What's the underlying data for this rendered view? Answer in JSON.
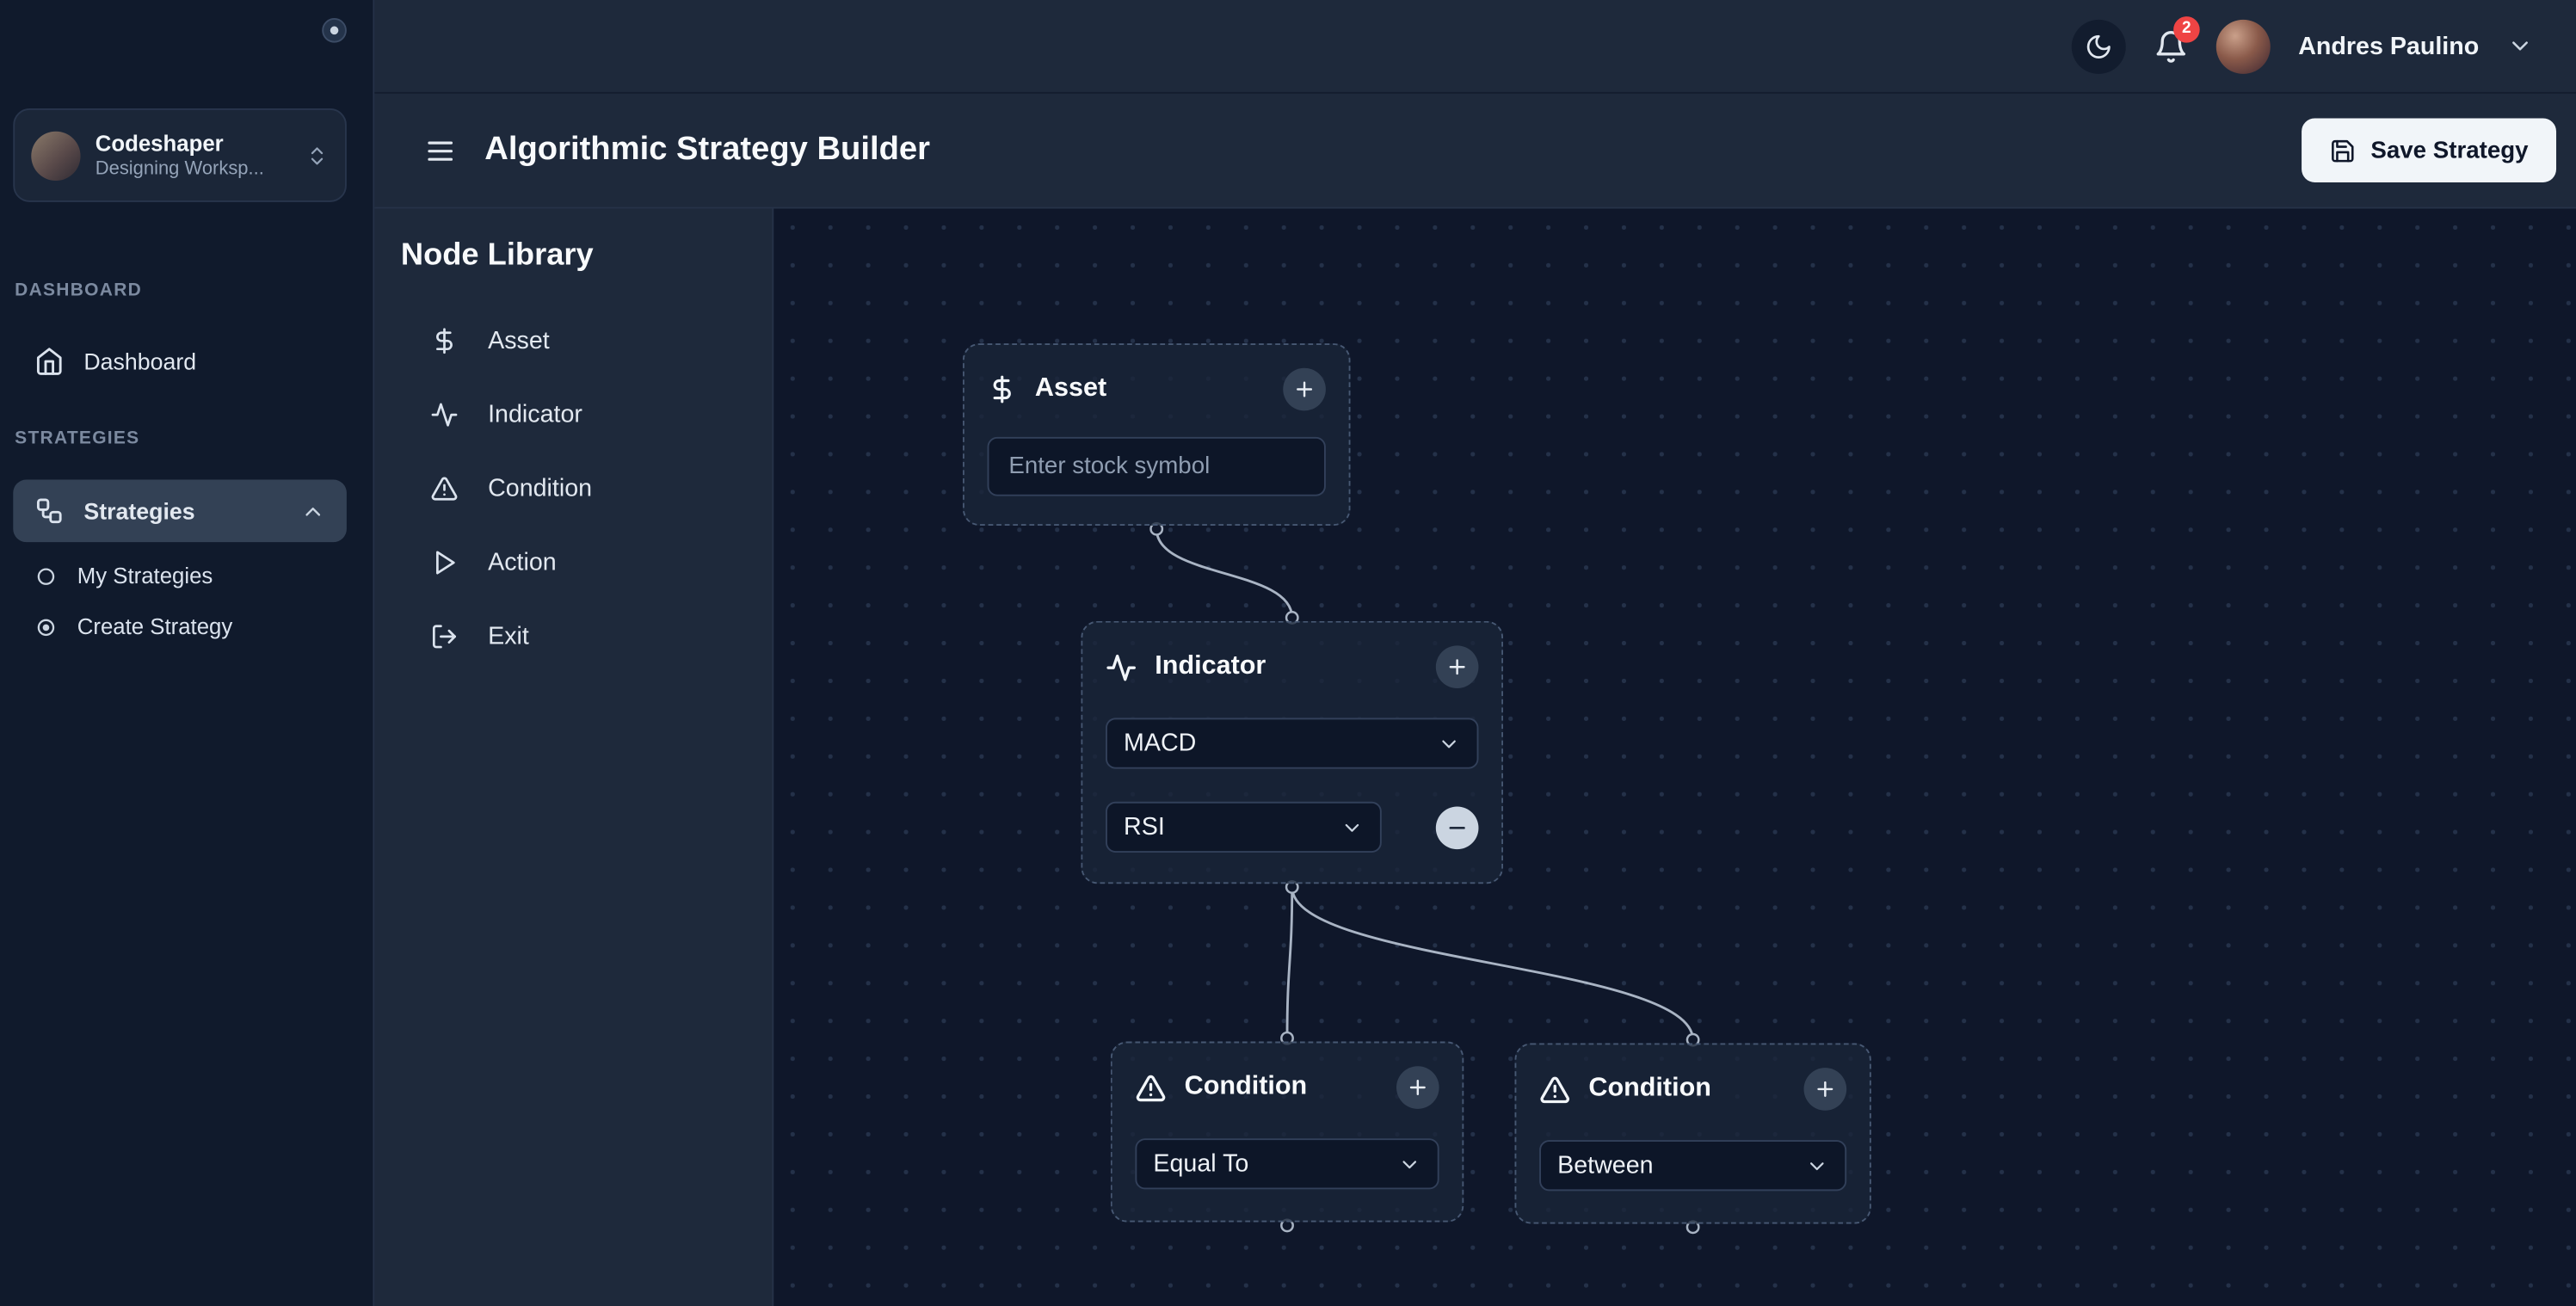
{
  "colors": {
    "canvas_bg": "#0f172a",
    "panel_bg": "#1e293b",
    "active_item_bg": "#334155",
    "notification_badge_bg": "#ef4444",
    "edge_stroke": "#a9b4c4",
    "save_button_bg": "#f1f5f9"
  },
  "topbar": {
    "user_name": "Andres Paulino",
    "notification_badge": "2"
  },
  "sidebar": {
    "workspace_name": "Codeshaper",
    "workspace_subtitle": "Designing Worksp...",
    "sections": [
      {
        "label": "DASHBOARD"
      },
      {
        "label": "STRATEGIES"
      }
    ],
    "items": {
      "dashboard": "Dashboard",
      "strategies": "Strategies",
      "my_strategies": "My Strategies",
      "create_strategy": "Create Strategy"
    }
  },
  "header": {
    "title": "Algorithmic Strategy Builder",
    "save_button": "Save Strategy"
  },
  "node_library": {
    "title": "Node Library",
    "items": [
      {
        "label": "Asset",
        "icon": "dollar-icon"
      },
      {
        "label": "Indicator",
        "icon": "activity-icon"
      },
      {
        "label": "Condition",
        "icon": "alert-triangle-icon"
      },
      {
        "label": "Action",
        "icon": "play-icon"
      },
      {
        "label": "Exit",
        "icon": "exit-icon"
      }
    ]
  },
  "canvas": {
    "asset_node": {
      "title": "Asset",
      "input_placeholder": "Enter stock symbol"
    },
    "indicator_node": {
      "title": "Indicator",
      "indicator_1": "MACD",
      "indicator_2": "RSI"
    },
    "condition_node_1": {
      "title": "Condition",
      "operator": "Equal To"
    },
    "condition_node_2": {
      "title": "Condition",
      "operator": "Between"
    }
  }
}
